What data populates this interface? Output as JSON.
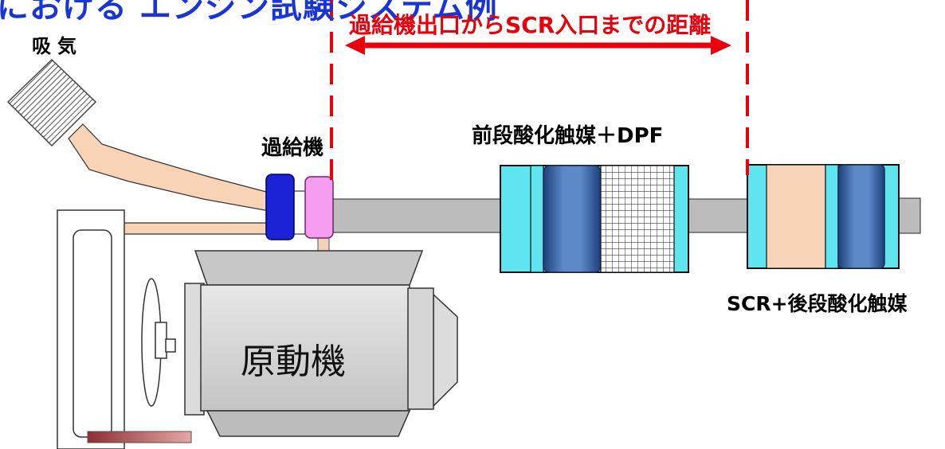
{
  "title": "における エンジン試験システム例",
  "labels": {
    "distance": "過給機出口からSCR入口までの距離",
    "intake": "吸気",
    "turbocharger": "過給機",
    "doc_dpf": "前段酸化触媒＋DPF",
    "scr": "SCR+後段酸化触媒",
    "engine": "原動機"
  },
  "colors": {
    "title": "#1a35d6",
    "distance": "#e8000b",
    "pipe": "#bcbcbc",
    "intake_duct": "#f8d3b5",
    "compressor": "#1b22d8",
    "turbine": "#f59bf0",
    "catalyst_frame": "#5ee5f0",
    "catalyst_core": "#3e6bb0",
    "scr_core": "#f8d3b5",
    "engine_block": "#d0d0d0",
    "exhaust_manifold": "#a64d55"
  }
}
